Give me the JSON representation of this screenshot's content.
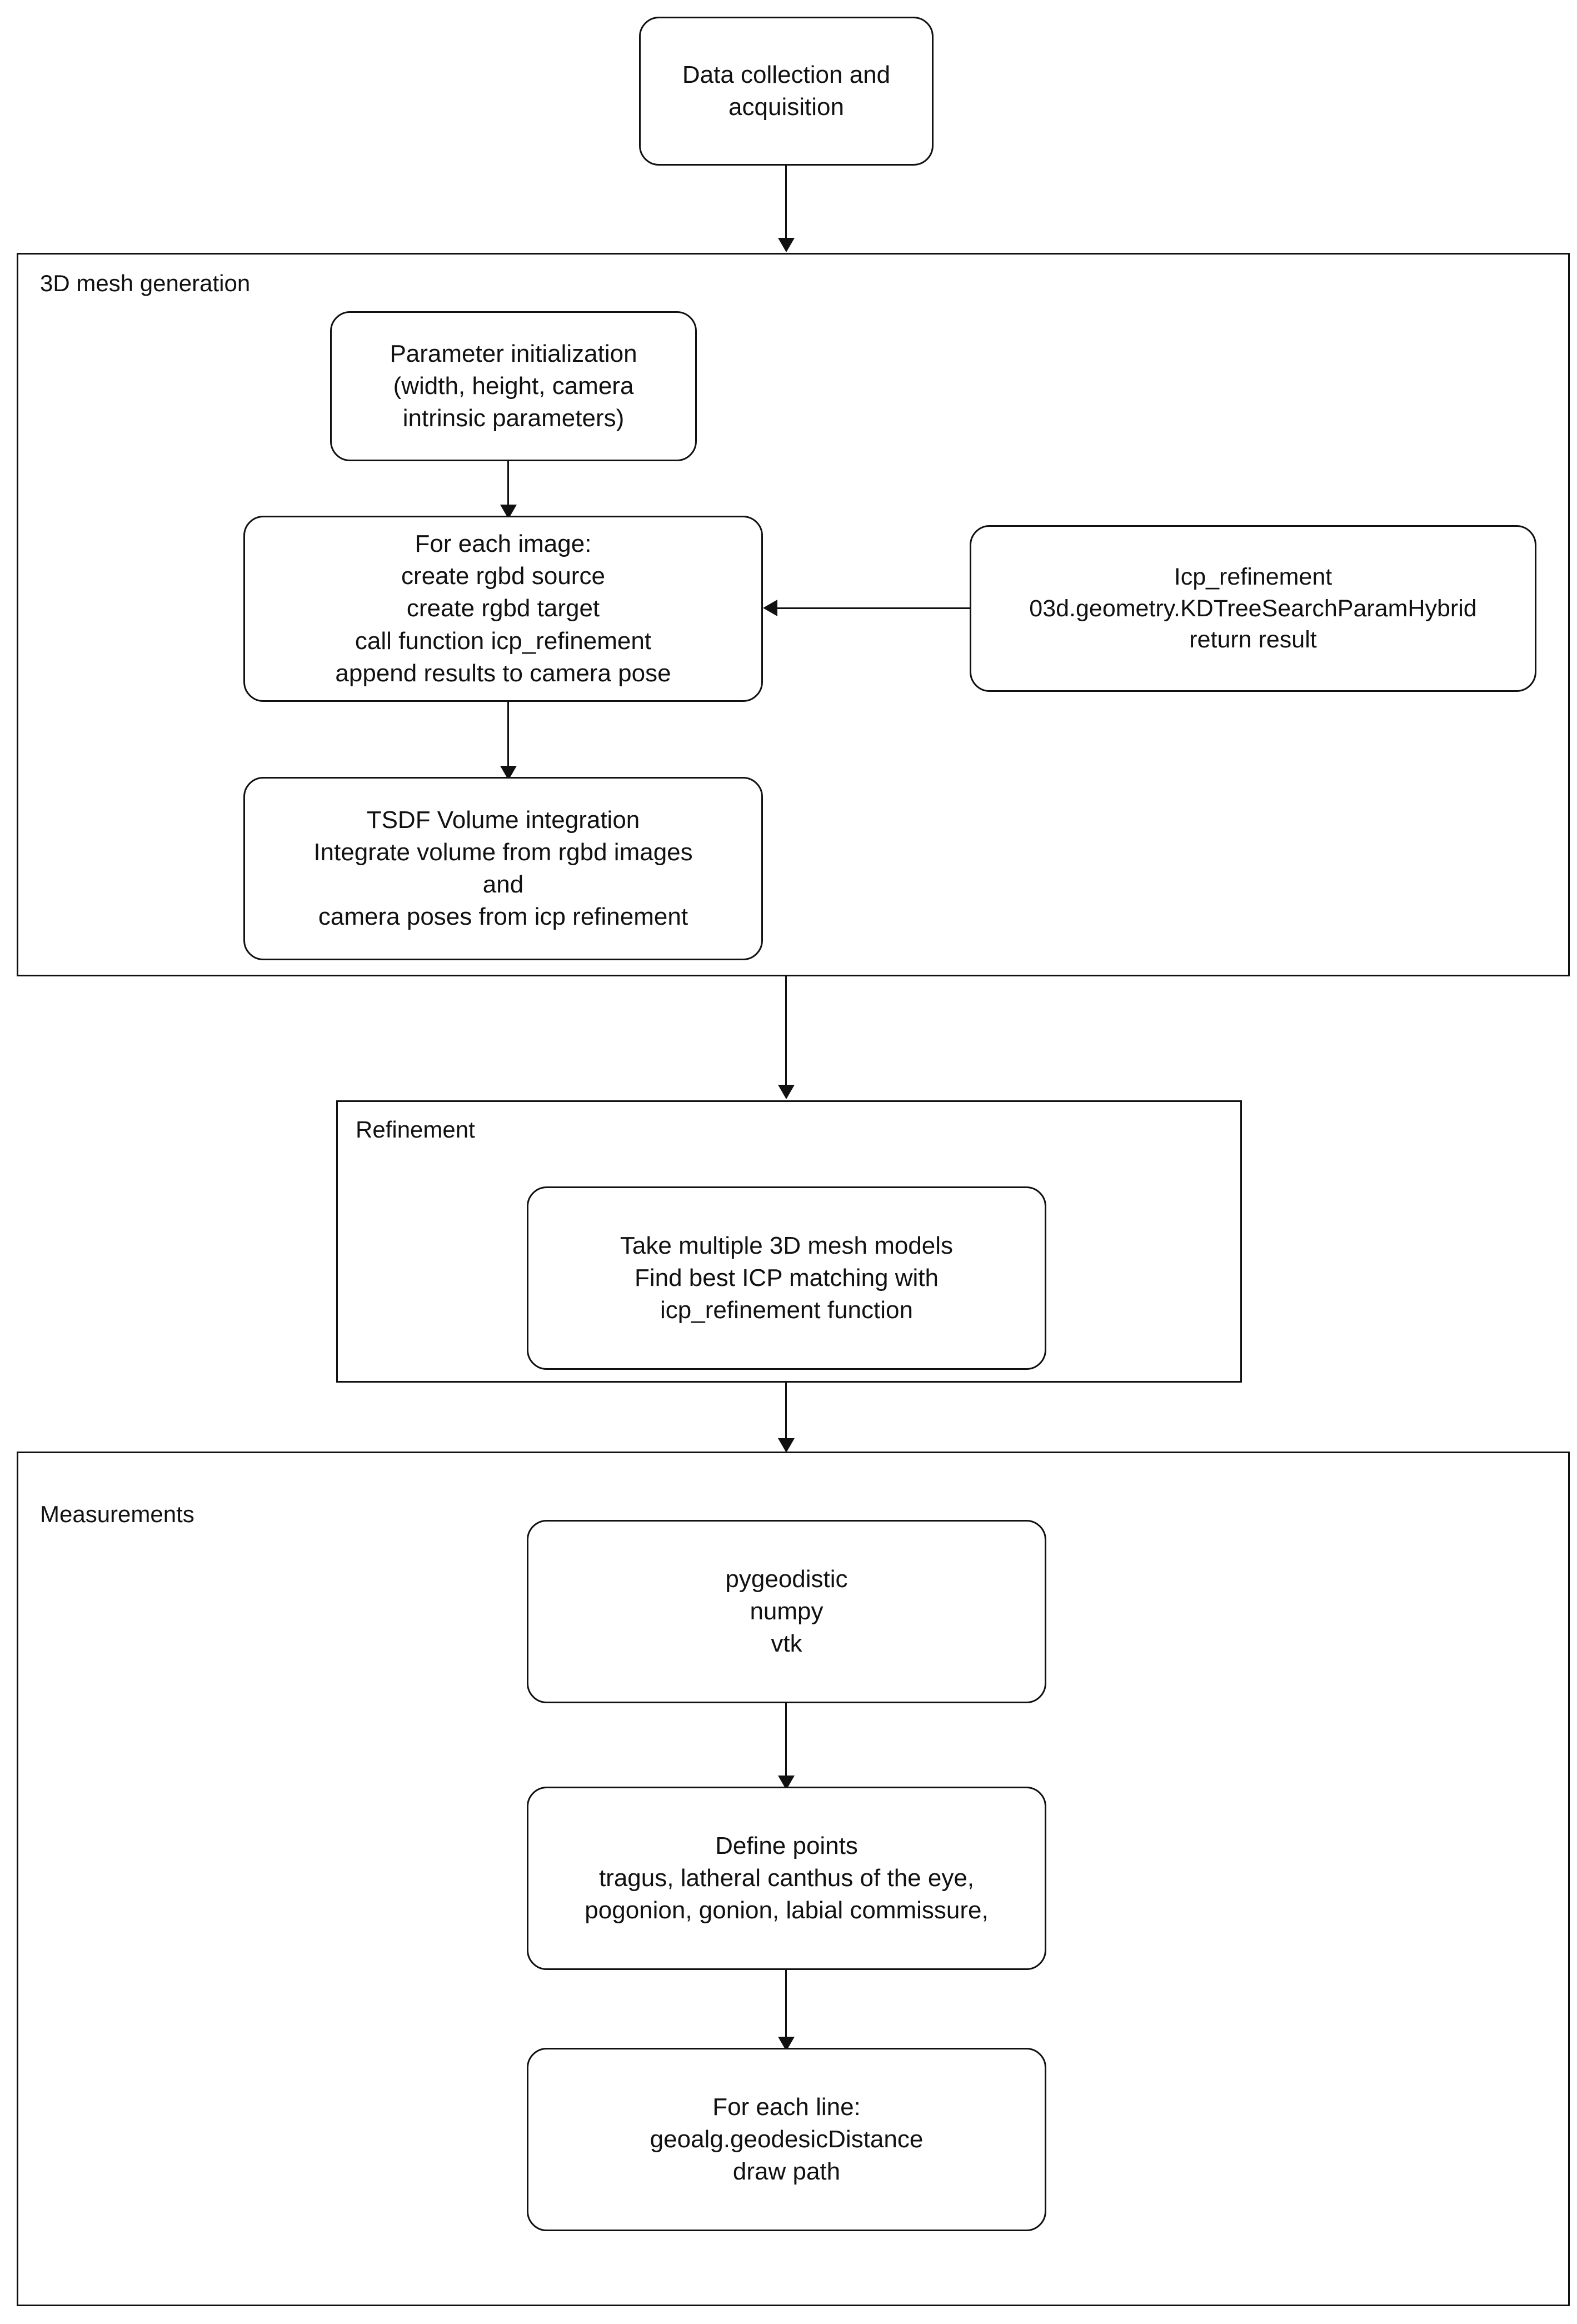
{
  "diagram": {
    "title": "3D face mesh pipeline flowchart",
    "stroke_color": "#111111",
    "background_color": "#ffffff",
    "nodes": {
      "data_collection": "Data collection and\nacquisition",
      "parameter_initialization": "Parameter initialization\n(width, height, camera\nintrinsic parameters)",
      "for_each_image": "For each image:\ncreate rgbd source\ncreate rgbd target\ncall function icp_refinement\nappend results to camera pose",
      "icp_refinement": "Icp_refinement\n03d.geometry.KDTreeSearchParamHybrid\nreturn result",
      "tsdf_volume": "TSDF Volume integration\nIntegrate volume from rgbd images\nand\ncamera poses from icp refinement",
      "refinement_step": "Take multiple 3D mesh models\nFind best ICP matching with\nicp_refinement function",
      "libraries": "pygeodistic\nnumpy\nvtk",
      "define_points": "Define points\ntragus, latheral canthus of the eye,\npogonion, gonion, labial commissure,",
      "for_each_line": "For each line:\ngeoalg.geodesicDistance\ndraw path"
    },
    "groups": {
      "mesh_generation": "3D mesh generation",
      "refinement": "Refinement",
      "measurements": "Measurements"
    }
  }
}
